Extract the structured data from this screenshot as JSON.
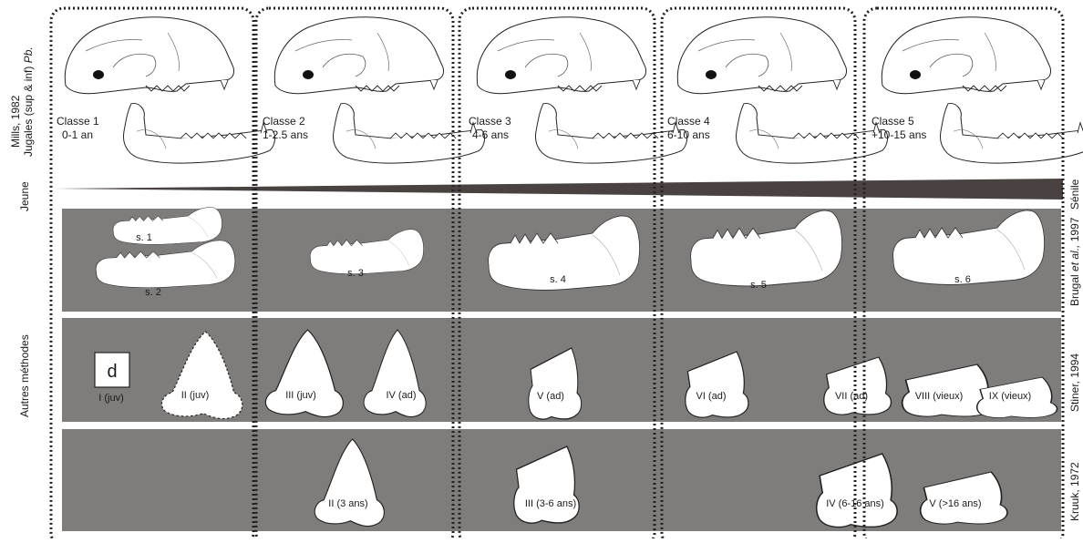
{
  "left_labels": {
    "source": "Mills, 1982",
    "subject": "Jugales (sup & inf)",
    "subject_italic": "Pb.",
    "young": "Jeune",
    "other_methods": "Autres méthodes"
  },
  "right_labels": {
    "senile": "Sénile",
    "brugal": "Brugal",
    "brugal_italic": "et al.,",
    "brugal_year": "1997",
    "stiner": "Stiner, 1994",
    "kruuk": "Kruuk, 1972"
  },
  "mills_classes": [
    {
      "name": "Classe 1",
      "age": "0-1 an"
    },
    {
      "name": "Classe 2",
      "age": "1-2.5 ans"
    },
    {
      "name": "Classe 3",
      "age": "4-6 ans"
    },
    {
      "name": "Classe 4",
      "age": "6-10 ans"
    },
    {
      "name": "Classe 5",
      "age": "+10-15 ans"
    }
  ],
  "brugal_stages": [
    "s. 1",
    "s. 2",
    "s. 3",
    "s. 4",
    "s. 5",
    "s. 6"
  ],
  "stiner_stages": [
    {
      "label": "d",
      "kind": "square"
    },
    {
      "label": "I (juv)"
    },
    {
      "label": "II (juv)"
    },
    {
      "label": "III (juv)"
    },
    {
      "label": "IV (ad)"
    },
    {
      "label": "V (ad)"
    },
    {
      "label": "VI (ad)"
    },
    {
      "label": "VII (ad)"
    },
    {
      "label": "VIII (vieux)"
    },
    {
      "label": "IX (vieux)"
    }
  ],
  "kruuk_stages": [
    "II (3 ans)",
    "III (3-6 ans)",
    "IV (6-16 ans)",
    "V (>16 ans)"
  ],
  "colors": {
    "band": "#7f7c7c",
    "wedge": "#4a4141",
    "line": "#222222"
  }
}
